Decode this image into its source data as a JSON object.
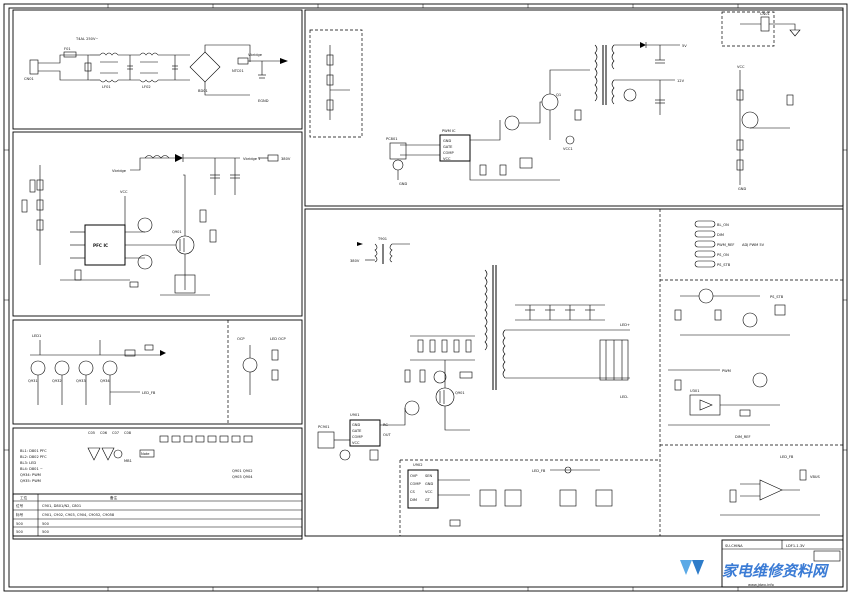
{
  "ac_input": {
    "connector": "CN01",
    "fuse": "F01",
    "rating": "T4AL 250V~",
    "lf1": "LF01",
    "lf2": "LF02",
    "bridge": "BD01",
    "out_label": "Vbridge",
    "thermistor": "NTC01",
    "gnd": "EGND"
  },
  "pfc": {
    "vin_label": "Vbridge",
    "vout_label": "Vbridge 1",
    "out_voltage": "380V",
    "ic": "PFC IC",
    "fet": "Q901",
    "aux": "VCC"
  },
  "led_driver": {
    "q1": "Q931",
    "q2": "Q932",
    "q3": "Q933",
    "q4": "Q934",
    "label": "LED1",
    "fb": "LED_FB",
    "comp": "OCP",
    "side": "LED OCP"
  },
  "notes": {
    "items": [
      "BL1: D801 PFC",
      "BL2: D802 PFC",
      "BL3: LED",
      "BL4: D801 ~",
      "Q934: PWM",
      "Q935: PWM"
    ],
    "caps": [
      "C05",
      "C06",
      "C07",
      "C08"
    ],
    "connectors": [
      "MB1",
      "Note"
    ]
  },
  "bom_table": {
    "header_left": "工位",
    "header_right": "备注",
    "rows": [
      [
        "位号",
        "C901, D801/N2, C801"
      ],
      [
        "标号",
        "C901, C902, C903, C904, C9052, C9058"
      ],
      [
        "500",
        "500"
      ],
      [
        "500",
        "500"
      ]
    ]
  },
  "standby": {
    "ic": "PWM IC",
    "ic_pins": [
      "GND",
      "GATE",
      "COMP",
      "VCC"
    ],
    "fet": "Q1",
    "out_5v": "5V",
    "out_12v": "12V",
    "optocoupler": "PC801",
    "gnd": "GND",
    "vcc": "VCC1"
  },
  "main_pwm": {
    "vin": "380V",
    "transformer": "T901",
    "ic": "U901",
    "ic_pins": [
      "GND",
      "GATE",
      "COMP",
      "VCC",
      "RC",
      "OUT"
    ],
    "opto": "PC901",
    "fet": "Q901",
    "led_out": "LED+",
    "led_in": "LED-",
    "ctrl_pins": [
      "OVP",
      "COMP",
      "CS",
      "DIM",
      "SEN",
      "GND",
      "VCC",
      "GT"
    ],
    "ctrl_ic": "U902",
    "fb_label": "LED_FB"
  },
  "signals": {
    "bl_on": "BL_ON",
    "dim": "DIM",
    "pwm_ref": "PWM_REF",
    "ps_on": "PS_ON",
    "ps_stb": "PS_STB",
    "note": "ADJ PWM 5V"
  },
  "right_col": {
    "fuse": "CN01",
    "out_vcc": "VCC",
    "gnd": "GND",
    "ps_stb": "PS_STB",
    "pwm": "PWM",
    "dim_ref": "DIM_REF",
    "amp": "U301",
    "led_fb": "LED_FB",
    "vbus": "VBUS"
  },
  "title_block": {
    "title": "SU-CHINA",
    "code": "LDF1-1.3V",
    "logo_text": "家电维修资料网",
    "logo_sub": "www.jdwx.info"
  }
}
